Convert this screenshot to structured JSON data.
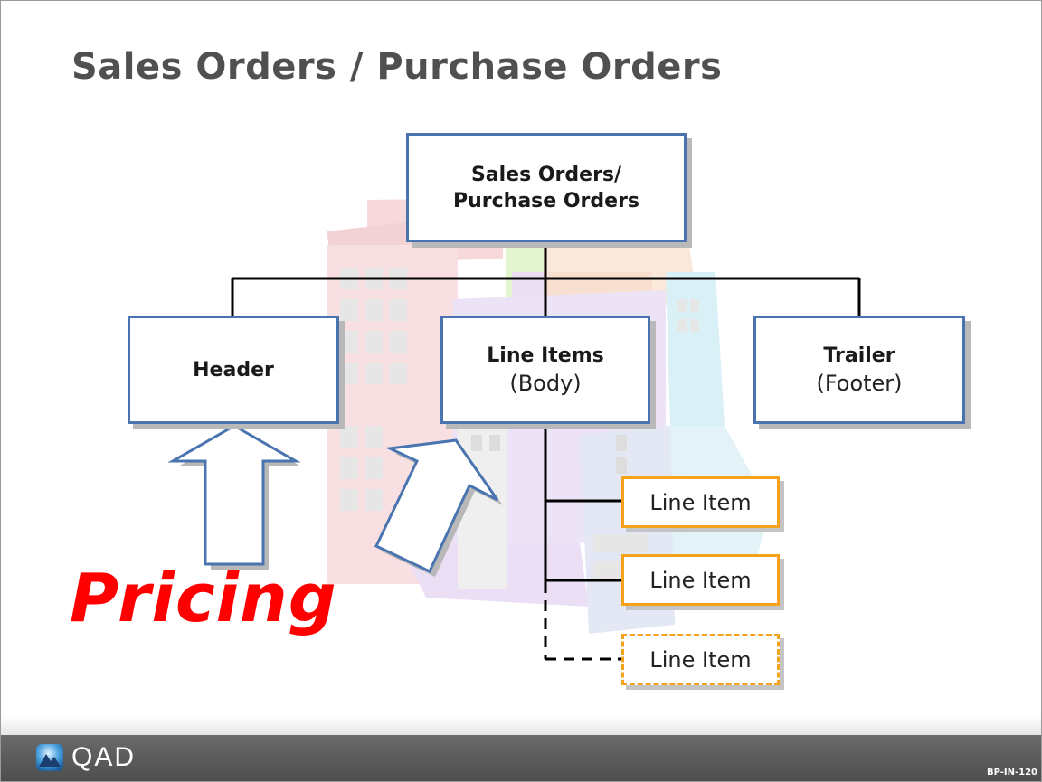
{
  "title": "Sales Orders / Purchase Orders",
  "nodes": {
    "root": {
      "line1": "Sales Orders/",
      "line2": "Purchase Orders"
    },
    "header": {
      "label": "Header"
    },
    "body": {
      "bold": "Line Items",
      "sub": "(Body)"
    },
    "trailer": {
      "bold": "Trailer",
      "sub": "(Footer)"
    },
    "line_items": [
      "Line Item",
      "Line Item",
      "Line Item"
    ]
  },
  "callout": "Pricing",
  "footer": {
    "logo_text": "QAD",
    "code": "BP-IN-120"
  },
  "colors": {
    "node_border": "#4a74b0",
    "line_item_border": "#f5a31c",
    "callout": "#ff0000",
    "footer": "#585858"
  },
  "icons": [
    "building-illustration",
    "up-arrow-icon",
    "diagonal-arrow-icon",
    "qad-logo-icon"
  ]
}
